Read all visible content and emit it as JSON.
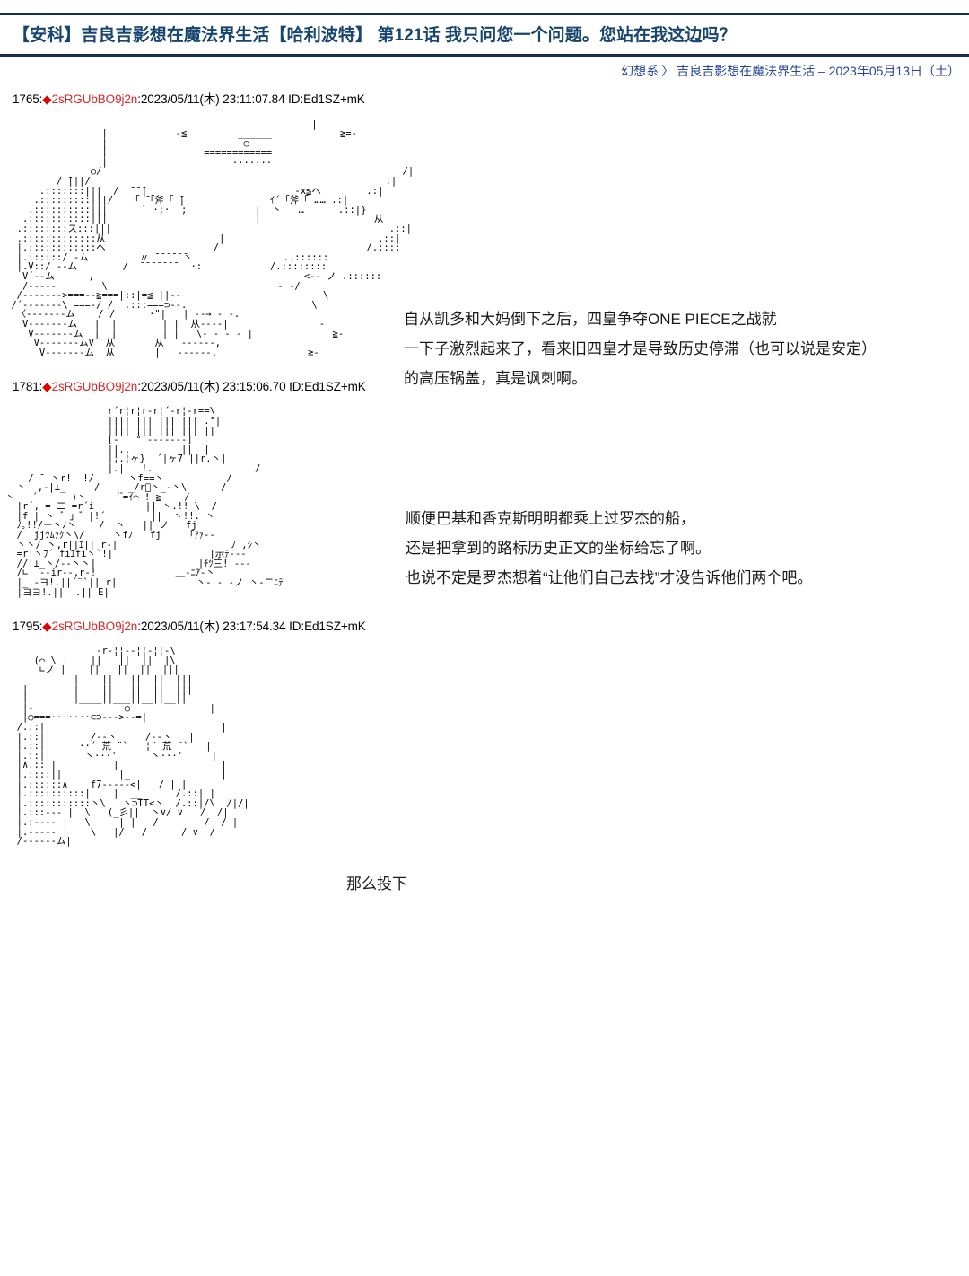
{
  "header": {
    "title": "【安科】吉良吉影想在魔法界生活【哈利波特】 第121话 我只问您一个问题。您站在我这边吗？",
    "breadcrumb": {
      "category": "幻想系",
      "separator": "〉",
      "thread": "吉良吉影想在魔法界生活",
      "dash": "–",
      "date": "2023年05月13日（土）"
    }
  },
  "posts": [
    {
      "number": "1765:",
      "diamond": "◆",
      "name": "2sRGUbBO9j2n",
      "colon": ":",
      "datetime": "2023/05/11(木) 23:11:07.84",
      "id": "ID:Ed1SZ+mK",
      "dialogue": "自从凯多和大妈倒下之后，四皇争夺ONE PIECE之战就\n一下子激烈起来了，看来旧四皇才是导致历史停滞（也可以说是安定）\n的高压锅盖，真是讽刺啊。",
      "aa": "                                                      |\n                 |            ‐≦         ______            ≧=‐\n                 |                        ○\n                 |                 ============\n                 |                      ·······\n               ○/                                                     /|\n         / ̄|||/                                                    :|\n      .:::::::|||  /  ̄ ̄ ̄|                          ‐x≦ヘ        .:|\n     .:::::::::|||/   「 ̄「斧「 ̄|               ｲ´「斧「 …… .:|\n    .::::::::::|||      ` ·;·  ;            |  丶   …      .::|}\n   .:::::::::::|||                          |                    从\n  .::::::::ス:::|||                                                 .::|\n  .:::::::::::::从                    |                           .::|\n  |.::::::::::::ヘ                   /                          /.::::\n  |.::::::/ ‐ム         〃 ̄ ̄ ̄ ̄ ̄ ̄丶                ..::::::\n  |.V::/ ‐‐ム        /  ̄ ̄ ̄ ̄ ̄ ̄ ̄   ·:            /.::::::::\n   V´‐‐ム      ,                                     <‐‐ ノ .::::::\n   /‐‐‐‐‐        \\                              ‐ ‐/\n  /‐‐‐‐‐‐‐>===‐‐≧===|::|=≦ ||‐‐                         \\\n /´‐‐‐‐‐‐‐\\ ===‐/ /  .:::===⊃‐‐.                      \\\n  〈‐‐‐‐‐‐‐ム    / /      ·\"|   | ‐‐→ ‐ ‐.\n   V‐‐‐‐‐‐‐ム   |  |        | |  从‐‐‐‐|                ‐\n    V‐‐‐‐‐‐‐ム  |  |        | |   \\‐ ‐ ‐ ‐ |              ≧‐\n     V‐‐‐‐‐‐‐ムV  从       从   ‐‐‐‐‐‐,\n      V‐‐‐‐‐‐‐ム  从       |   ‐‐‐‐‐‐,                ≧‐"
    },
    {
      "number": "1781:",
      "diamond": "◆",
      "name": "2sRGUbBO9j2n",
      "colon": ":",
      "datetime": "2023/05/11(木) 23:15:06.70",
      "id": "ID:Ed1SZ+mK",
      "dialogue": "顺便巴基和香克斯明明都乘上过罗杰的船，\n还是把拿到的路标历史正文的坐标给忘了啊。\n也说不定是罗杰想着“让他们自己去找”才没告诉他们两个吧。",
      "aa": "                  r´r¦r¦r‐r¦´‐r¦‐r==\\\n                  |||| ||| ||| ||| .°|\n                  |||| ||| ||| ||| ||\n                  [‐ ¨ ° ‐‐‐‐‐‐‐]\n                  ||.,         ||  |\n                  |¦.¦ヶ}  ´|ヶ7 ||r.丶|\n                  |.|   !.                  /\n    / ̄  丶r!  !/      丶f==丶           /\n  丶  ,‐|⊥_     /     _/r゙丶_‐丶\\      /\n丶   ´      )丶     ´ ゙=ｲ⌒ !!≧    /\n  |r´, = 二 =r´i         || 丶.!! \\  /\n  |f|| 丶 ゛」゛|!´        ||  丶!!. 丶\n  ﾉ｡!!/ー丶ﾉ丶    /  丶   || ノ   fj\n  /  jjﾂﾑｧｸ丶\\/     丶fﾉ   fj     ｢ｱｧ‐‐\n  丶丶/ 丶,r||ｴ||¯r‐|                    ﾉ_,ｼ丶\n  =r!丶ﾌ´ fiｴfi丶`!|                 |示ﾃ‐‐‐\n  //!⊥_丶/‐‐丶丶|                  |ﾁﾂ三! ‐‐‐\n  /∟  ‐‐ir‐‐,r‐!              ＿‐ﾆｱ‐丶\n  |_ ‐ヨ!.||´¨`|| r|              丶‐ ‐ ‐ノ 丶‐二ﾆﾃ\n  |ヨヨ!.||  .|| E|"
    },
    {
      "number": "1795:",
      "diamond": "◆",
      "name": "2sRGUbBO9j2n",
      "colon": ":",
      "datetime": "2023/05/11(木) 23:17:54.34",
      "id": "ID:Ed1SZ+mK",
      "dialogue": "那么投下",
      "aa": "            __  ‐r‐¦¦‐‐¦¦‐¦¦‐\\\n     (⌒ \\ |    ||   ||  ||  |\\\n      ∟ノ |    ||   ||  ||  |||\n            |    ||   ||  ||  |||\n   |        |    ||   ||  ||  |||\n   |        |____||___||__||__||\n   |‐                ○              |\n   |○===·······⊂⊃‐‐‐>‐‐=|\n  /.::||                              |\n  |.::||       /‐‐丶     /‐‐丶   |\n  |.::||     ··´ 荒 ¨`   ¦¨ 荒 ¨`   |\n  |.::||      丶···'      丶···'     |\n  |∧.::||          |                  |\n  |.::::||          |_                |\n  |.::::::∧    f7‐‐‐‐‐<|   / | |\n  |.::::::::::|    |  __      /.::| |\n  |.:::::::::::丶\\   丶⊃TT<丶  /.::|/\\  /|/|\n  |.:::‐‐‐ |  \\   (_彡||  丶∨/ ∨   /  /|\n  |.:‐‐‐‐ |   \\     | |   /        /  / |\n  |.‐‐‐‐‐ |    \\   |/   /      / ∨  /\n  /‐‐‐‐‐‐ム|"
    }
  ]
}
